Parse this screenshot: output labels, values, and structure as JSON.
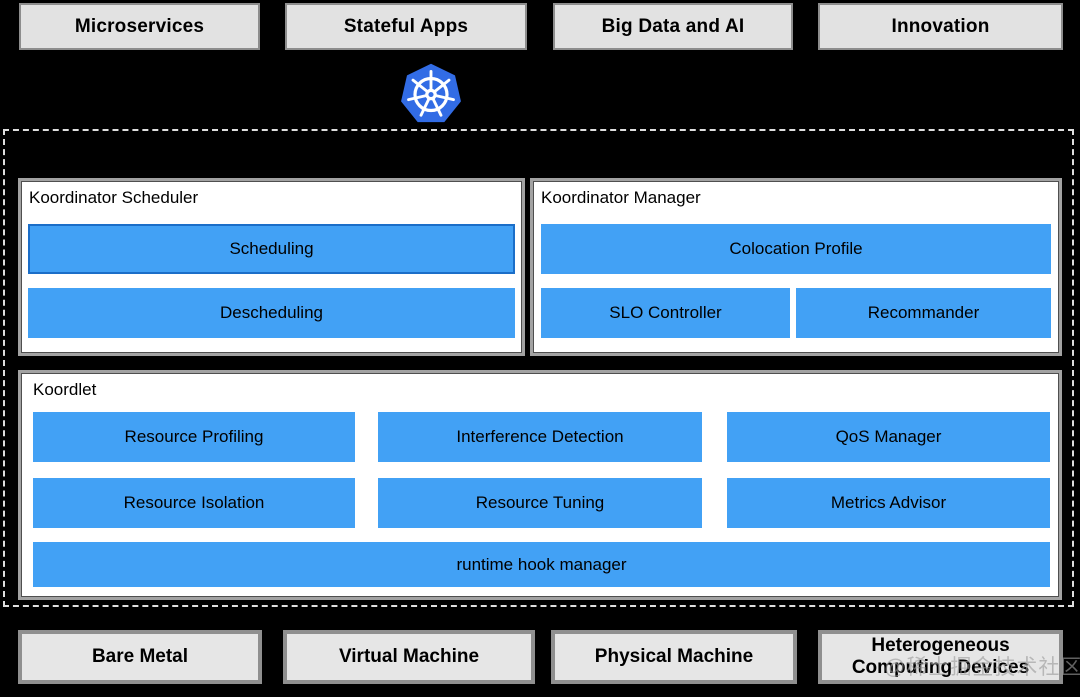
{
  "colors": {
    "background": "#000000",
    "module_blue": "#42A1F5",
    "module_blue_border": "#1B6EC8",
    "kubernetes_blue": "#326CE5",
    "box_gray": "#E2E2E2",
    "box_gray_border": "#8D8D8D",
    "panel_border_gray": "#A2A2A2"
  },
  "top_apps": {
    "items": [
      "Microservices",
      "Stateful Apps",
      "Big Data and AI",
      "Innovation"
    ]
  },
  "icons": {
    "kubernetes": "kubernetes-helm-wheel"
  },
  "scheduler": {
    "title": "Koordinator Scheduler",
    "modules": [
      "Scheduling",
      "Descheduling"
    ]
  },
  "manager": {
    "title": "Koordinator Manager",
    "colocation_profile": "Colocation Profile",
    "slo_controller": "SLO Controller",
    "recommander": "Recommander"
  },
  "koordlet": {
    "title": "Koordlet",
    "row1": [
      "Resource Profiling",
      "Interference Detection",
      "QoS Manager"
    ],
    "row2": [
      "Resource Isolation",
      "Resource Tuning",
      "Metrics Advisor"
    ],
    "runtime": "runtime hook manager"
  },
  "infrastructure": {
    "items": [
      "Bare Metal",
      "Virtual Machine",
      "Physical Machine",
      "Heterogeneous Computing Devices"
    ]
  },
  "watermark": {
    "text": "@稀土掘金技术社区"
  }
}
